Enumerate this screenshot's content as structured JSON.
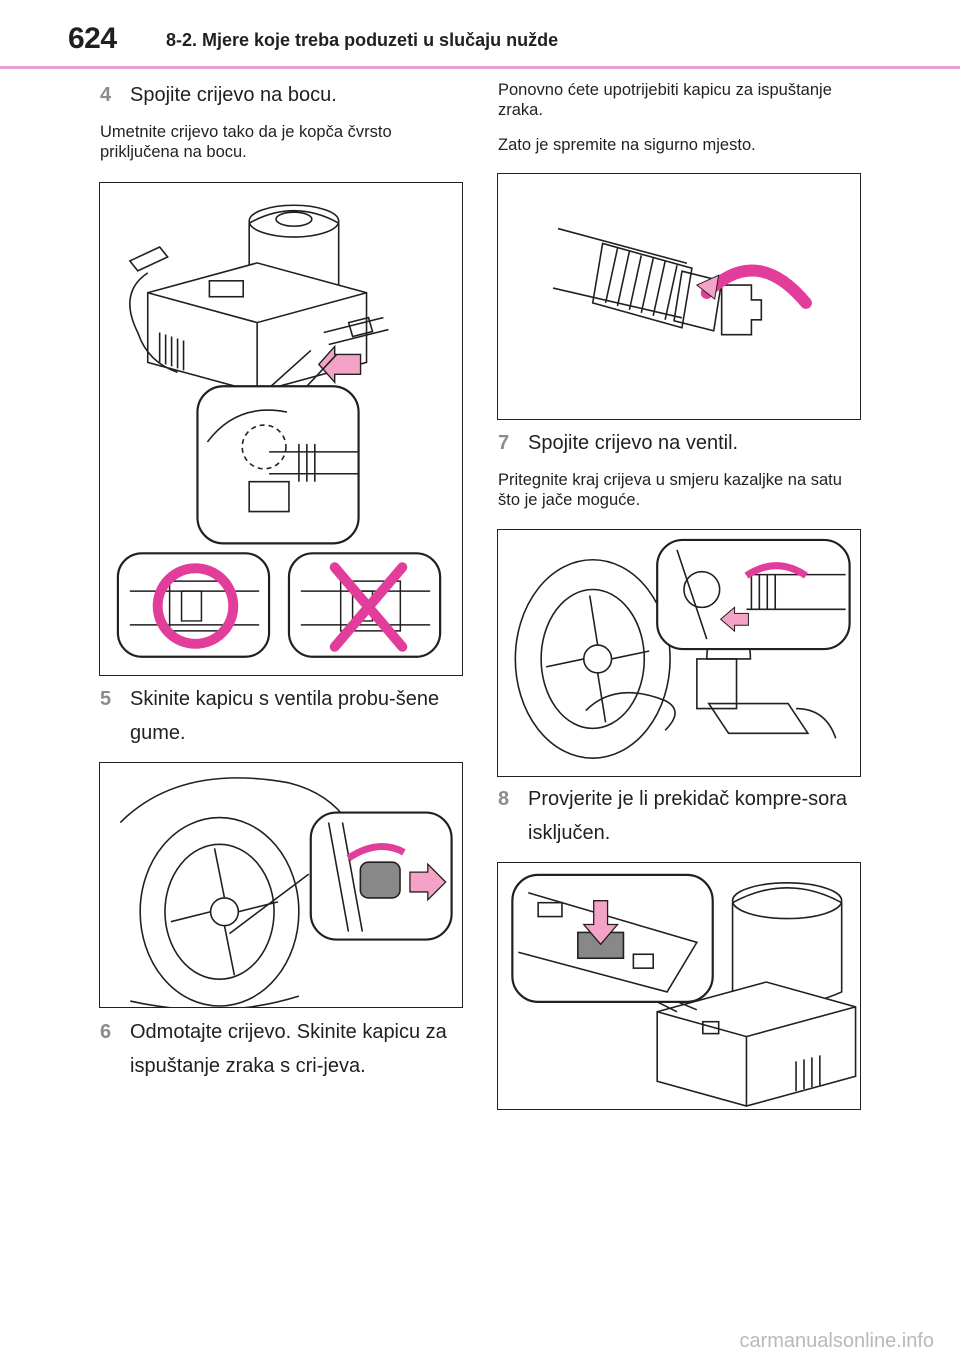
{
  "header": {
    "page_number": "624",
    "section_title": "8-2. Mjere koje treba poduzeti u slučaju nužde"
  },
  "left_column": {
    "step4": {
      "number": "4",
      "text": "Spojite crijevo na bocu."
    },
    "note4": "Umetnite crijevo tako da je kopča čvrsto priključena na bocu.",
    "step5": {
      "number": "5",
      "text": "Skinite kapicu s ventila probu-šene gume."
    },
    "step6": {
      "number": "6",
      "text": "Odmotajte crijevo. Skinite kapicu za ispuštanje zraka s cri-jeva."
    }
  },
  "right_column": {
    "note6a": "Ponovno ćete upotrijebiti kapicu za ispuštanje zraka.",
    "note6b": "Zato je spremite na sigurno mjesto.",
    "step7": {
      "number": "7",
      "text": "Spojite crijevo na ventil."
    },
    "note7": "Pritegnite kraj crijeva u smjeru kazaljke na satu što je jače moguće.",
    "step8": {
      "number": "8",
      "text": "Provjerite je li prekidač kompre-sora isključen."
    }
  },
  "watermark": "carmanualsonline.info",
  "colors": {
    "accent_pink": "#e23d9a",
    "header_rule": "#e8a0d8",
    "step_number": "#8c8c8c"
  }
}
